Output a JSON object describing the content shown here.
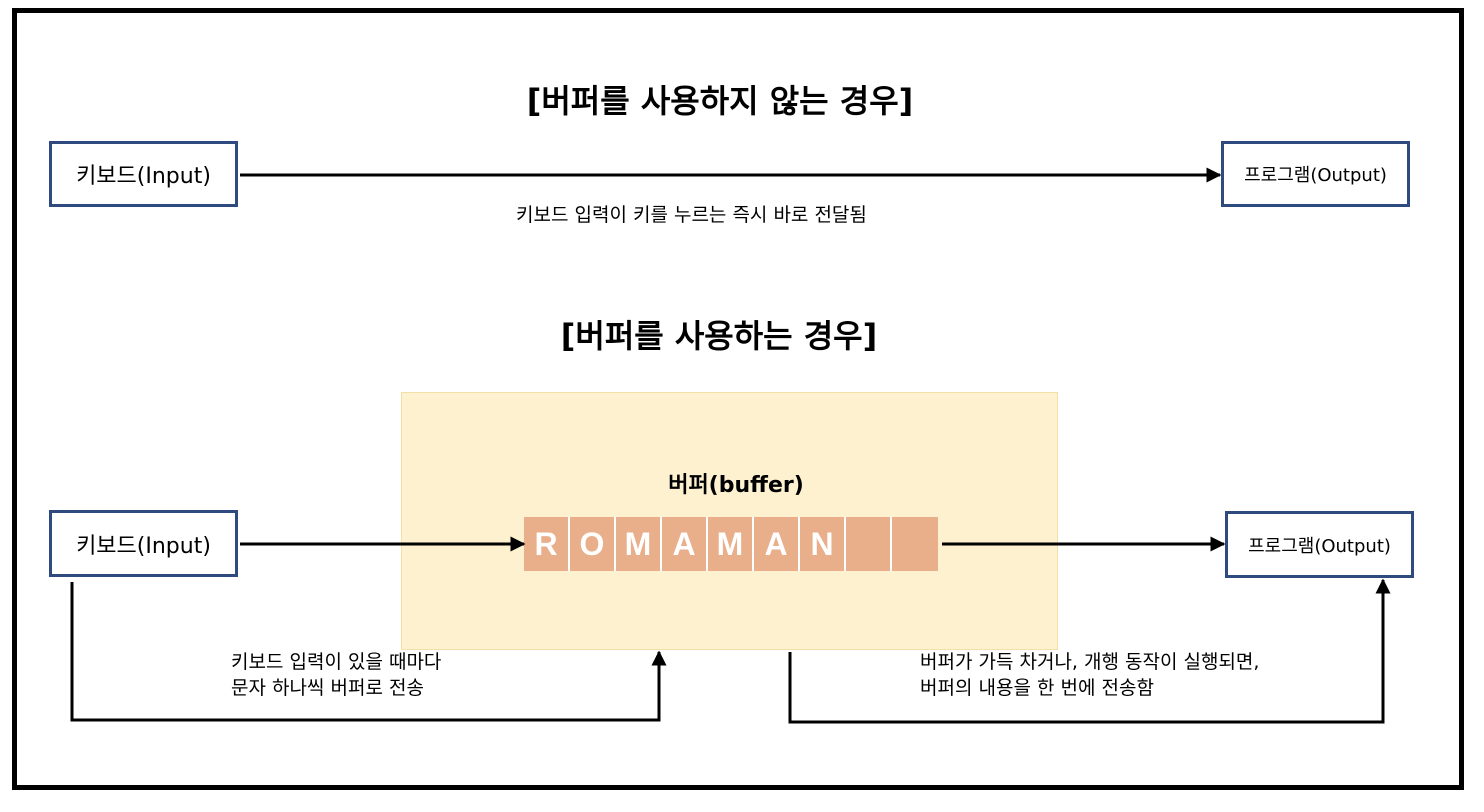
{
  "top_section": {
    "title": "[버퍼를 사용하지 않는 경우]",
    "keyboard_label": "키보드(Input)",
    "program_label": "프로그램(Output)",
    "caption": "키보드 입력이 키를 누르는 즉시 바로 전달됨"
  },
  "bottom_section": {
    "title": "[버퍼를 사용하는 경우]",
    "keyboard_label": "키보드(Input)",
    "program_label": "프로그램(Output)",
    "buffer_label": "버퍼(buffer)",
    "buffer_cells": [
      "R",
      "O",
      "M",
      "A",
      "M",
      "A",
      "N",
      "",
      ""
    ],
    "left_caption": {
      "line1": "키보드 입력이 있을 때마다",
      "line2": "문자 하나씩 버퍼로 전송"
    },
    "right_caption": {
      "line1": "버퍼가 가득 차거나, 개행 동작이 실행되면,",
      "line2": "버퍼의 내용을 한 번에 전송함"
    }
  },
  "colors": {
    "box_border": "#2f4a7f",
    "buffer_background": "#fdf1cf",
    "buffer_cell": "#e9ae8a"
  }
}
